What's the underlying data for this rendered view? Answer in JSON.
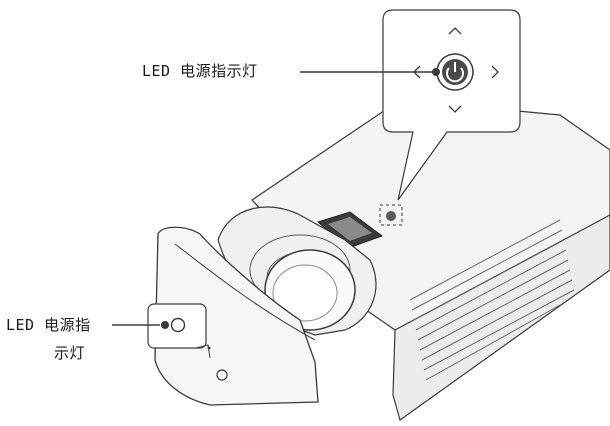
{
  "labels": {
    "top_led_label": "LED 电源指示灯",
    "left_led_label_line1": "LED 电源指",
    "left_led_label_line2": "示灯"
  },
  "icons": {
    "power": "power-icon",
    "up": "chevron-up-icon",
    "down": "chevron-down-icon",
    "left": "chevron-left-icon",
    "right": "chevron-right-icon"
  },
  "colors": {
    "line": "#3a3a3a",
    "body_fill": "#f2f2f2",
    "shadow": "#d9d9d9",
    "button_dark": "#4a4a4a"
  }
}
